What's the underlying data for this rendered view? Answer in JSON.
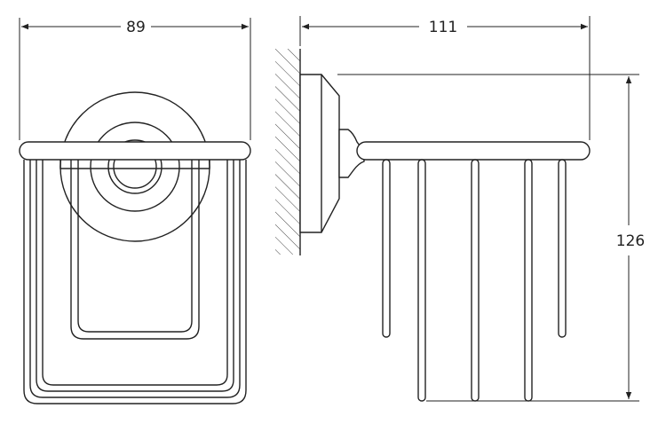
{
  "dimensions": {
    "width": "89",
    "depth": "111",
    "height": "126"
  },
  "colors": {
    "line": "#222222",
    "background": "#ffffff"
  }
}
